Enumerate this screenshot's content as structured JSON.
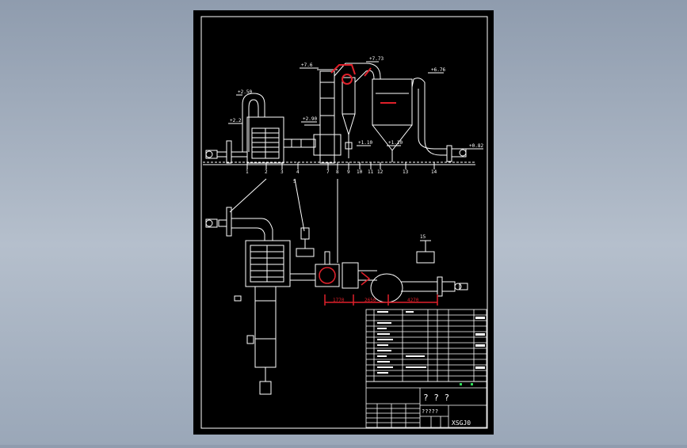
{
  "colors": {
    "background": "#000000",
    "line": "#ffffff",
    "highlight": "#e0202a",
    "green": "#2ee05a"
  },
  "elevations": {
    "e1": "+7.6",
    "e2": "+7.73",
    "e3": "+6.76",
    "e4": "+2.50",
    "e5": "+2.2",
    "e6": "+2.90",
    "e7": "+1.10",
    "e8": "+1.10",
    "e9": "+0.82"
  },
  "part_numbers": [
    "1",
    "2",
    "3",
    "4",
    "5",
    "7",
    "8",
    "9",
    "10",
    "11",
    "12",
    "13",
    "14"
  ],
  "callout_15": "15",
  "dimensions": {
    "d1": "1770",
    "d2": "2650",
    "d3": "4270"
  },
  "title_block": {
    "title": "? ? ?",
    "name": "?????",
    "code": "XSGJ0"
  }
}
